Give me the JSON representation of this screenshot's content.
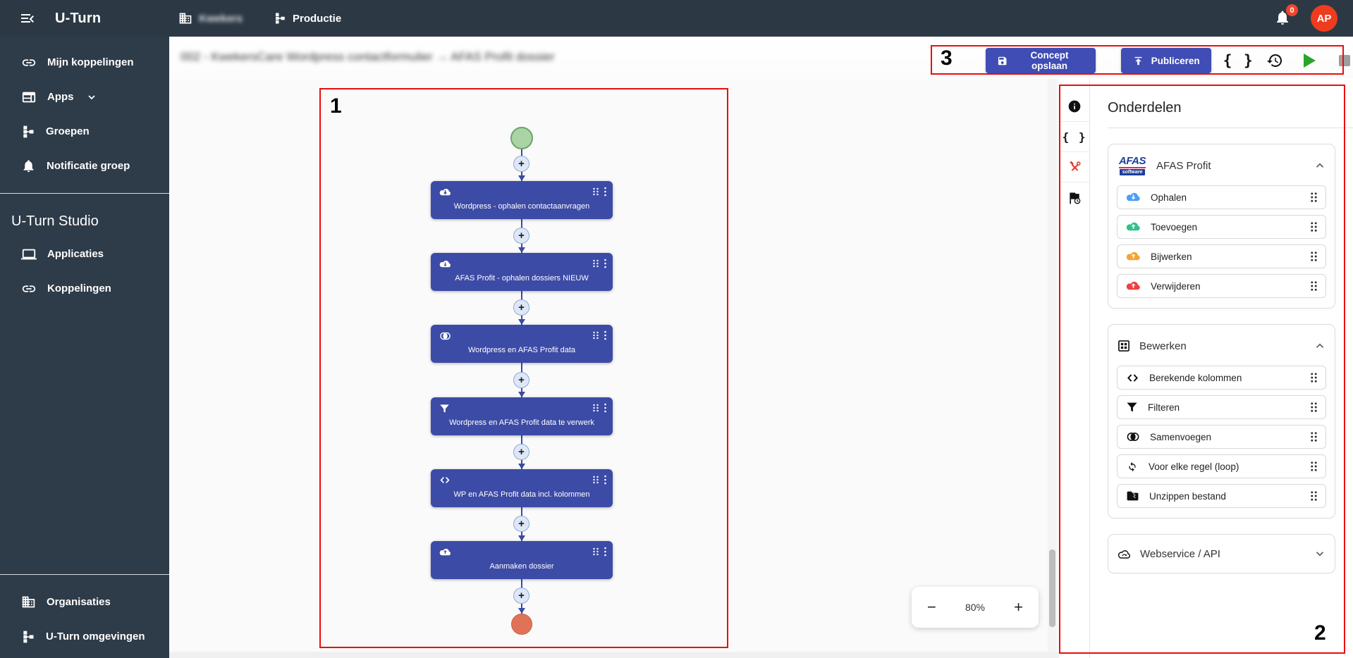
{
  "topbar": {
    "brand": "U-Turn",
    "org_redacted": "Kwekers",
    "env": "Productie",
    "notification_count": "0",
    "avatar_initials": "AP"
  },
  "sidebar": {
    "items": [
      {
        "label": "Mijn koppelingen",
        "icon": "link-icon"
      },
      {
        "label": "Apps",
        "icon": "apps-icon"
      },
      {
        "label": "Groepen",
        "icon": "hierarchy-icon"
      },
      {
        "label": "Notificatie groep",
        "icon": "bell-icon"
      }
    ],
    "studio_heading": "U-Turn Studio",
    "studio_items": [
      {
        "label": "Applicaties",
        "icon": "laptop-icon"
      },
      {
        "label": "Koppelingen",
        "icon": "link-icon"
      }
    ],
    "bottom_items": [
      {
        "label": "Organisaties",
        "icon": "building-icon"
      },
      {
        "label": "U-Turn omgevingen",
        "icon": "hierarchy-icon"
      }
    ]
  },
  "header": {
    "title_redacted": "002 - KwekersCare Wordpress contactformulier → AFAS Profit dossier"
  },
  "toolbar": {
    "save_label": "Concept opslaan",
    "publish_label": "Publiceren"
  },
  "canvas": {
    "nodes": [
      {
        "label": "Wordpress - ophalen contactaanvragen",
        "icon": "cloud-download-icon"
      },
      {
        "label": "AFAS Profit - ophalen dossiers NIEUW",
        "icon": "cloud-download-icon"
      },
      {
        "label": "Wordpress en AFAS Profit data",
        "icon": "merge-icon"
      },
      {
        "label": "Wordpress en AFAS Profit data te verwerk",
        "icon": "filter-icon"
      },
      {
        "label": "WP en AFAS Profit data incl. kolommen",
        "icon": "code-icon"
      },
      {
        "label": "Aanmaken dossier",
        "icon": "cloud-upload-icon"
      }
    ],
    "zoom": {
      "minus": "−",
      "level": "80%",
      "plus": "+"
    }
  },
  "panel": {
    "title": "Onderdelen",
    "afas": {
      "logo_line1": "AFAS",
      "logo_line2": "software",
      "name": "AFAS Profit",
      "items": [
        {
          "label": "Ophalen",
          "icon": "cloud-download-icon",
          "color": "#4d9df5"
        },
        {
          "label": "Toevoegen",
          "icon": "cloud-upload-icon",
          "color": "#33c08b"
        },
        {
          "label": "Bijwerken",
          "icon": "cloud-upload-icon",
          "color": "#f5a431"
        },
        {
          "label": "Verwijderen",
          "icon": "cloud-upload-icon",
          "color": "#ef4040"
        }
      ]
    },
    "bewerken": {
      "name": "Bewerken",
      "items": [
        {
          "label": "Berekende kolommen",
          "icon": "code-icon"
        },
        {
          "label": "Filteren",
          "icon": "filter-icon"
        },
        {
          "label": "Samenvoegen",
          "icon": "merge-icon"
        },
        {
          "label": "Voor elke regel (loop)",
          "icon": "loop-icon"
        },
        {
          "label": "Unzippen bestand",
          "icon": "zip-folder-icon"
        }
      ]
    },
    "webservice": {
      "name": "Webservice / API",
      "collapsed": true
    }
  },
  "annotations": {
    "n1": "1",
    "n2": "2",
    "n3": "3"
  },
  "colors": {
    "topbar_bg": "#2c3945",
    "sidebar_bg": "#2e3b48",
    "accent_indigo": "#3f4db4",
    "node_blue": "#3c4ba6",
    "avatar_red": "#ef3b1e",
    "annotation_red": "#ea0d0d",
    "start_green": "#aad4a5",
    "end_salmon": "#df7257",
    "play_green": "#2aa52a",
    "tools_red": "#e8392f"
  }
}
